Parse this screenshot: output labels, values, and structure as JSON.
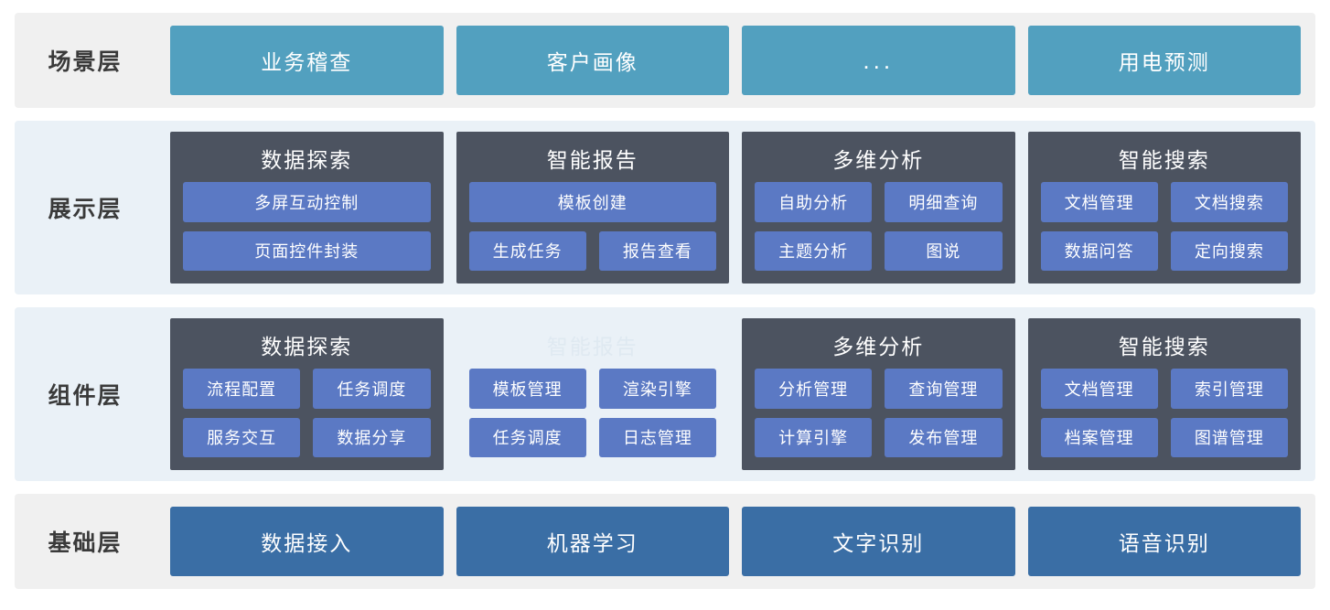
{
  "layers": [
    {
      "id": "scene",
      "label": "场景层",
      "cards": [
        {
          "label": "业务稽查"
        },
        {
          "label": "客户画像"
        },
        {
          "label": "..."
        },
        {
          "label": "用电预测"
        }
      ]
    },
    {
      "id": "presentation",
      "label": "展示层",
      "groups": [
        {
          "title": "数据探索",
          "muted": false,
          "rows": [
            [
              "多屏互动控制"
            ],
            [
              "页面控件封装"
            ]
          ]
        },
        {
          "title": "智能报告",
          "muted": false,
          "rows": [
            [
              "模板创建"
            ],
            [
              "生成任务",
              "报告查看"
            ]
          ]
        },
        {
          "title": "多维分析",
          "muted": false,
          "rows": [
            [
              "自助分析",
              "明细查询"
            ],
            [
              "主题分析",
              "图说"
            ]
          ]
        },
        {
          "title": "智能搜索",
          "muted": false,
          "rows": [
            [
              "文档管理",
              "文档搜索"
            ],
            [
              "数据问答",
              "定向搜索"
            ]
          ]
        }
      ]
    },
    {
      "id": "component",
      "label": "组件层",
      "groups": [
        {
          "title": "数据探索",
          "muted": false,
          "rows": [
            [
              "流程配置",
              "任务调度"
            ],
            [
              "服务交互",
              "数据分享"
            ]
          ]
        },
        {
          "title": "智能报告",
          "muted": true,
          "rows": [
            [
              "模板管理",
              "渲染引擎"
            ],
            [
              "任务调度",
              "日志管理"
            ]
          ]
        },
        {
          "title": "多维分析",
          "muted": false,
          "rows": [
            [
              "分析管理",
              "查询管理"
            ],
            [
              "计算引擎",
              "发布管理"
            ]
          ]
        },
        {
          "title": "智能搜索",
          "muted": false,
          "rows": [
            [
              "文档管理",
              "索引管理"
            ],
            [
              "档案管理",
              "图谱管理"
            ]
          ]
        }
      ]
    },
    {
      "id": "base",
      "label": "基础层",
      "cards": [
        {
          "label": "数据接入"
        },
        {
          "label": "机器学习"
        },
        {
          "label": "文字识别"
        },
        {
          "label": "语音识别"
        }
      ]
    }
  ],
  "colors": {
    "scene_card": "#52a0bf",
    "group_box": "#4c5360",
    "chip": "#5b79c4",
    "base_card": "#3a6ea5",
    "band_grey": "#f0f0f0",
    "band_blue": "#eaf1f7"
  }
}
